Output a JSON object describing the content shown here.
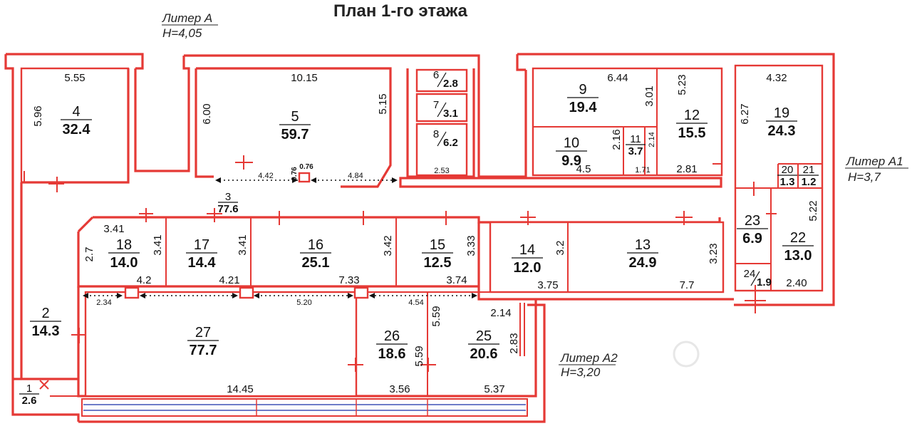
{
  "title": "План 1-го этажа",
  "liters": [
    {
      "name": "Литер А",
      "height": "H=4,05"
    },
    {
      "name": "Литер А1",
      "height": "H=3,7"
    },
    {
      "name": "Литер А2",
      "height": "H=3,20"
    }
  ],
  "rooms": [
    {
      "number": "1",
      "area": "2.6"
    },
    {
      "number": "2",
      "area": "14.3"
    },
    {
      "number": "3",
      "area": "77.6"
    },
    {
      "number": "4",
      "area": "32.4"
    },
    {
      "number": "5",
      "area": "59.7"
    },
    {
      "number": "6",
      "area": "2.8"
    },
    {
      "number": "7",
      "area": "3.1"
    },
    {
      "number": "8",
      "area": "6.2"
    },
    {
      "number": "9",
      "area": "19.4"
    },
    {
      "number": "10",
      "area": "9.9"
    },
    {
      "number": "11",
      "area": "3.7"
    },
    {
      "number": "12",
      "area": "15.5"
    },
    {
      "number": "13",
      "area": "24.9"
    },
    {
      "number": "14",
      "area": "12.0"
    },
    {
      "number": "15",
      "area": "12.5"
    },
    {
      "number": "16",
      "area": "25.1"
    },
    {
      "number": "17",
      "area": "14.4"
    },
    {
      "number": "18",
      "area": "14.0"
    },
    {
      "number": "19",
      "area": "24.3"
    },
    {
      "number": "20",
      "area": "1.3"
    },
    {
      "number": "21",
      "area": "1.2"
    },
    {
      "number": "22",
      "area": "13.0"
    },
    {
      "number": "23",
      "area": "6.9"
    },
    {
      "number": "24",
      "area": "1.9"
    },
    {
      "number": "25",
      "area": "20.6"
    },
    {
      "number": "26",
      "area": "18.6"
    },
    {
      "number": "27",
      "area": "77.7"
    }
  ],
  "dimensions": [
    "5.55",
    "5.96",
    "10.15",
    "6.00",
    "5.15",
    "4.42",
    "0.76",
    "0.76",
    "4.84",
    "2.53",
    "6.44",
    "3.01",
    "5.23",
    "2.16",
    "2.14",
    "4.5",
    "1.71",
    "2.81",
    "4.32",
    "6.27",
    "5.22",
    "2.40",
    "3.41",
    "3.41",
    "2.7",
    "3.41",
    "4.2",
    "4.21",
    "3.42",
    "7.33",
    "3.33",
    "3.74",
    "3.2",
    "3.75",
    "3.23",
    "7.7",
    "2.34",
    "5.20",
    "4.54",
    "5.59",
    "5.59",
    "2.14",
    "2.83",
    "14.45",
    "3.56",
    "5.37"
  ]
}
